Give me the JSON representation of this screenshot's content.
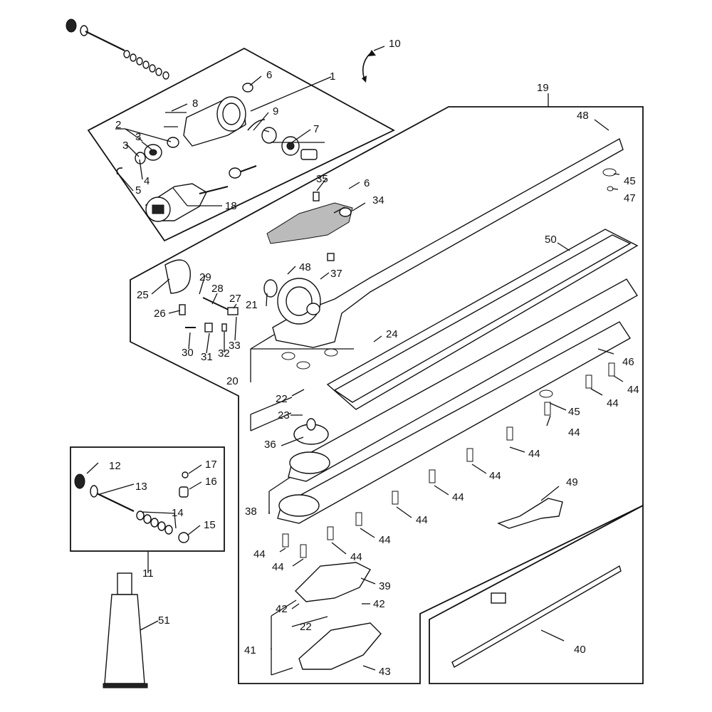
{
  "diagram": {
    "labels": {
      "l1": "1",
      "l2": "2",
      "l3a": "3",
      "l3b": "3",
      "l4": "4",
      "l5": "5",
      "l6a": "6",
      "l6b": "6",
      "l7": "7",
      "l8": "8",
      "l9": "9",
      "l10": "10",
      "l11": "11",
      "l12": "12",
      "l13": "13",
      "l14": "14",
      "l15": "15",
      "l16": "16",
      "l17": "17",
      "l18": "18",
      "l19": "19",
      "l20": "20",
      "l21": "21",
      "l22a": "22",
      "l22b": "22",
      "l23": "23",
      "l24": "24",
      "l25": "25",
      "l26": "26",
      "l27": "27",
      "l28": "28",
      "l29": "29",
      "l30": "30",
      "l31": "31",
      "l32": "32",
      "l33": "33",
      "l34": "34",
      "l35": "35",
      "l36": "36",
      "l37": "37",
      "l38": "38",
      "l39": "39",
      "l40": "40",
      "l41": "41",
      "l42a": "42",
      "l42b": "42",
      "l43": "43",
      "l44a": "44",
      "l44b": "44",
      "l44c": "44",
      "l44d": "44",
      "l44e": "44",
      "l44f": "44",
      "l44g": "44",
      "l44h": "44",
      "l44i": "44",
      "l44j": "44",
      "l44k": "44",
      "l45a": "45",
      "l45b": "45",
      "l46": "46",
      "l47": "47",
      "l48a": "48",
      "l48b": "48",
      "l49": "49",
      "l50": "50",
      "l51": "51"
    }
  }
}
